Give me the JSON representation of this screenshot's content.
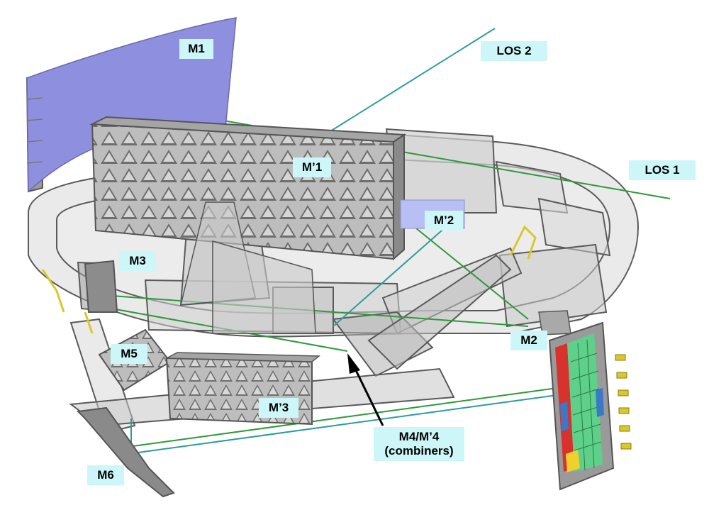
{
  "labels": {
    "m1": "M1",
    "m1_prime": "M’1",
    "m2": "M2",
    "m2_prime": "M’2",
    "m3": "M3",
    "m3_prime": "M’3",
    "m5": "M5",
    "m6": "M6",
    "los1": "LOS 1",
    "los2": "LOS 2",
    "combiners_line1": "M4/M’4",
    "combiners_line2": "(combiners)"
  },
  "colors": {
    "mirror_m1": "#8f8fe0",
    "mirror_m2_prime": "#b8bff2",
    "ray_green": "#2d9a3a",
    "ray_teal": "#2a9d9b",
    "structure_stroke": "#5a5a5a",
    "structure_fill": "#cfcfcf",
    "label_bg": "#ccf6f8",
    "detector_red": "#d8322e",
    "detector_green": "#5fd08a",
    "detector_blue": "#3a78c8",
    "connector_yellow": "#d9c82a"
  }
}
